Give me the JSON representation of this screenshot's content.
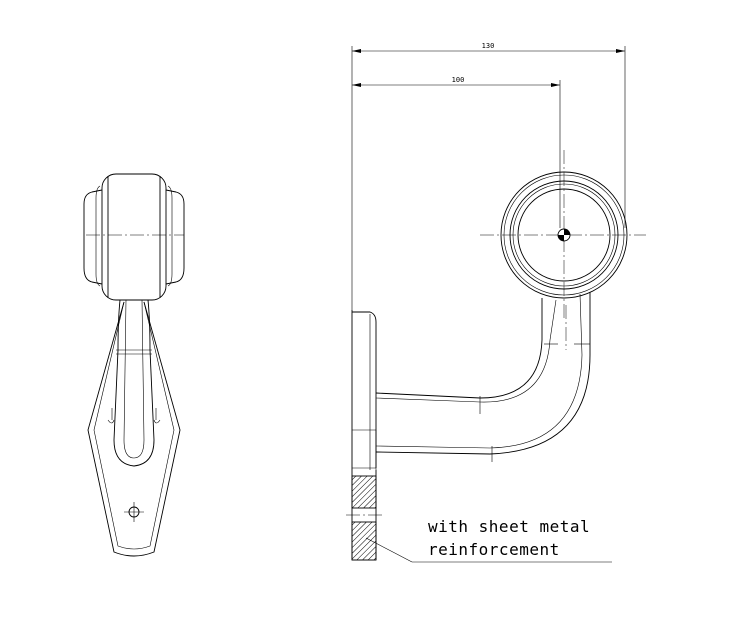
{
  "dimensions": {
    "overall": "130",
    "center": "100"
  },
  "annotation": {
    "line1": "with sheet metal",
    "line2": "reinforcement"
  },
  "colors": {
    "line": "#000000",
    "background": "#ffffff"
  }
}
